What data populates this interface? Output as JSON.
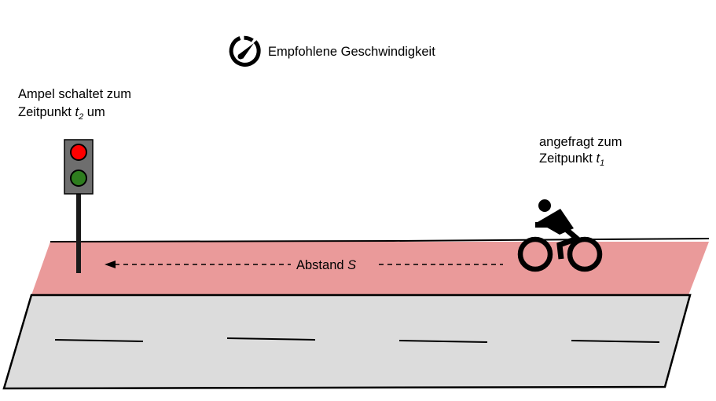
{
  "legend": {
    "icon": "speedometer-icon",
    "label": "Empfohlene Geschwindigkeit"
  },
  "traffic_light": {
    "line1": "Ampel schaltet zum",
    "line2_prefix": "Zeitpunkt ",
    "line2_var": "t",
    "line2_sub": "2",
    "line2_suffix": " um",
    "red_lamp_color": "#ff0000",
    "green_lamp_color": "#2e7d1e",
    "housing_color": "#6e6e6e"
  },
  "cyclist": {
    "icon": "bicycle-rider-icon",
    "line1": "angefragt zum",
    "line2_prefix": "Zeitpunkt ",
    "line2_var": "t",
    "line2_sub": "1"
  },
  "distance": {
    "label": "Abstand ",
    "var": "S"
  },
  "colors": {
    "bike_lane": "#ea9a9a",
    "road": "#dcdcdc",
    "outline": "#000000"
  }
}
